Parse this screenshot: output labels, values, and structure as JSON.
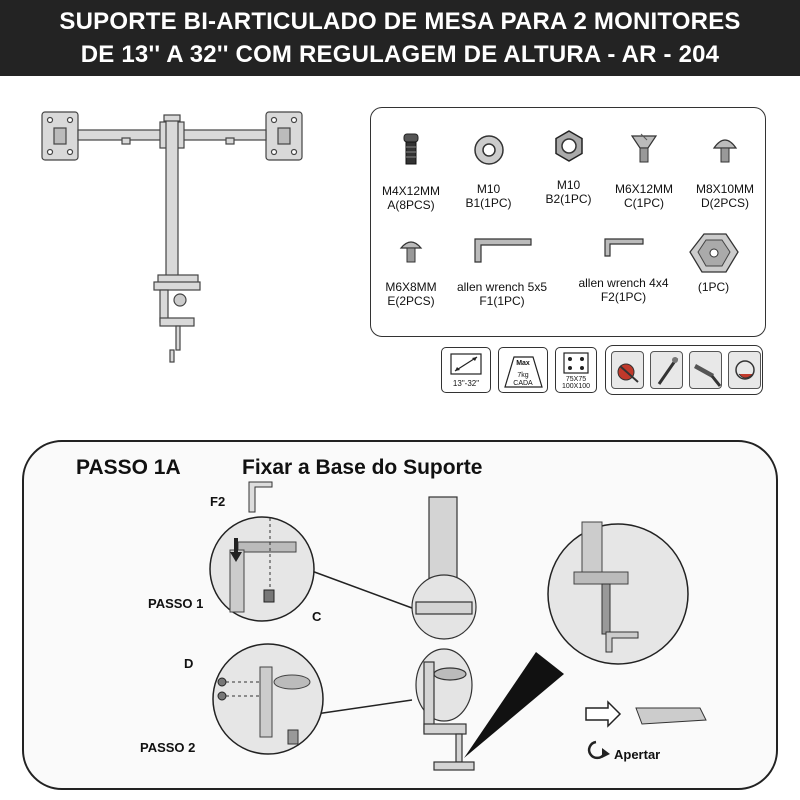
{
  "header": {
    "title_line1": "SUPORTE BI-ARTICULADO DE MESA PARA 2 MONITORES",
    "title_line2": "DE 13'' A 32'' COM REGULAGEM DE ALTURA - AR - 204"
  },
  "parts": [
    {
      "name": "M4X12MM",
      "code": "A(8PCS)",
      "icon": "screw-icon"
    },
    {
      "name": "M10",
      "code": "B1(1PC)",
      "icon": "washer-icon"
    },
    {
      "name": "M10",
      "code": "B2(1PC)",
      "icon": "nut-icon"
    },
    {
      "name": "M6X12MM",
      "code": "C(1PC)",
      "icon": "countersunk-screw-icon"
    },
    {
      "name": "M8X10MM",
      "code": "D(2PCS)",
      "icon": "mushroom-screw-icon"
    },
    {
      "name": "M6X8MM",
      "code": "E(2PCS)",
      "icon": "small-screw-icon"
    },
    {
      "name": "allen wrench 5x5",
      "code": "F1(1PC)",
      "icon": "allen-wrench-icon"
    },
    {
      "name": "allen wrench 4x4",
      "code": "F2(1PC)",
      "icon": "allen-wrench-icon"
    },
    {
      "name": "",
      "code": "(1PC)",
      "icon": "base-plate-icon"
    }
  ],
  "specs": {
    "screen_size": "13\"-32\"",
    "max_label": "Max",
    "max_weight": "7kg",
    "max_per": "CADA",
    "vesa_line1": "75X75",
    "vesa_line2": "100X100"
  },
  "tools": [
    "screwdriver-icon",
    "screwdriver-tip-icon",
    "drill-icon",
    "hand-tighten-icon"
  ],
  "step": {
    "number": "PASSO 1A",
    "title": "Fixar a Base do Suporte",
    "label_f2": "F2",
    "label_passo1": "PASSO 1",
    "label_c": "C",
    "label_d": "D",
    "label_passo2": "PASSO 2",
    "label_tighten": "Apertar"
  }
}
